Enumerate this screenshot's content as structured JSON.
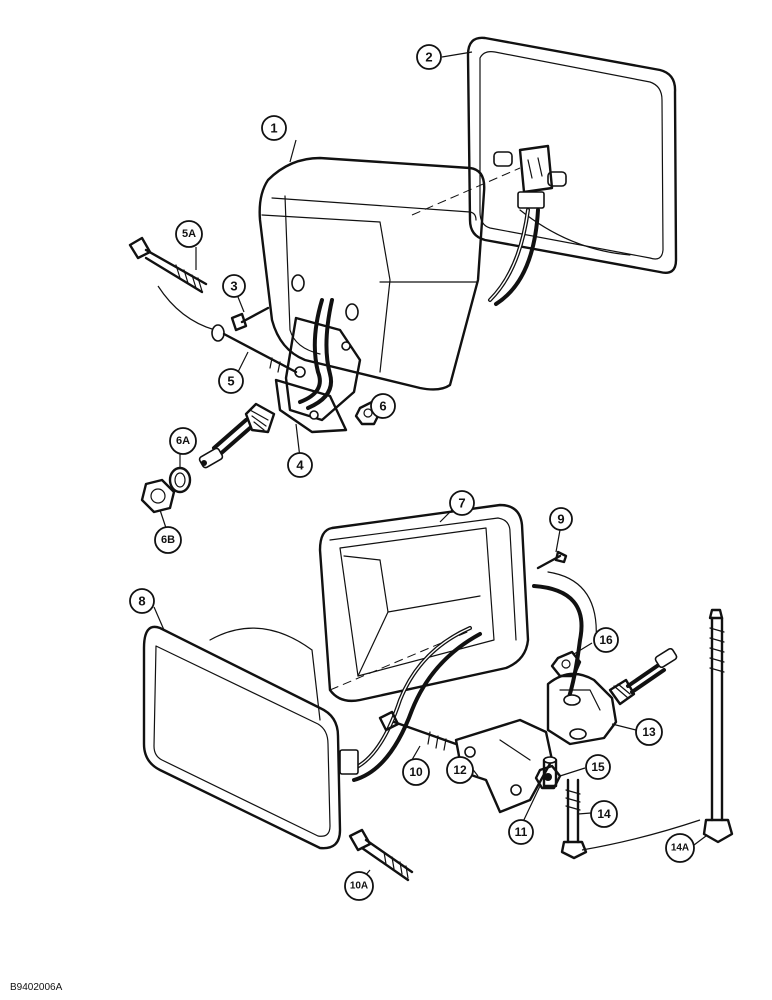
{
  "figure_code": "B9402006A",
  "callouts": [
    {
      "id": "c1",
      "label": "1"
    },
    {
      "id": "c2",
      "label": "2"
    },
    {
      "id": "c3",
      "label": "3"
    },
    {
      "id": "c4",
      "label": "4"
    },
    {
      "id": "c5",
      "label": "5"
    },
    {
      "id": "c5a",
      "label": "5A"
    },
    {
      "id": "c6",
      "label": "6"
    },
    {
      "id": "c6a",
      "label": "6A"
    },
    {
      "id": "c6b",
      "label": "6B"
    },
    {
      "id": "c7",
      "label": "7"
    },
    {
      "id": "c8",
      "label": "8"
    },
    {
      "id": "c9",
      "label": "9"
    },
    {
      "id": "c10",
      "label": "10"
    },
    {
      "id": "c10a",
      "label": "10A"
    },
    {
      "id": "c11",
      "label": "11"
    },
    {
      "id": "c12",
      "label": "12"
    },
    {
      "id": "c13",
      "label": "13"
    },
    {
      "id": "c14",
      "label": "14"
    },
    {
      "id": "c14a",
      "label": "14A"
    },
    {
      "id": "c15",
      "label": "15"
    },
    {
      "id": "c16",
      "label": "16"
    }
  ]
}
